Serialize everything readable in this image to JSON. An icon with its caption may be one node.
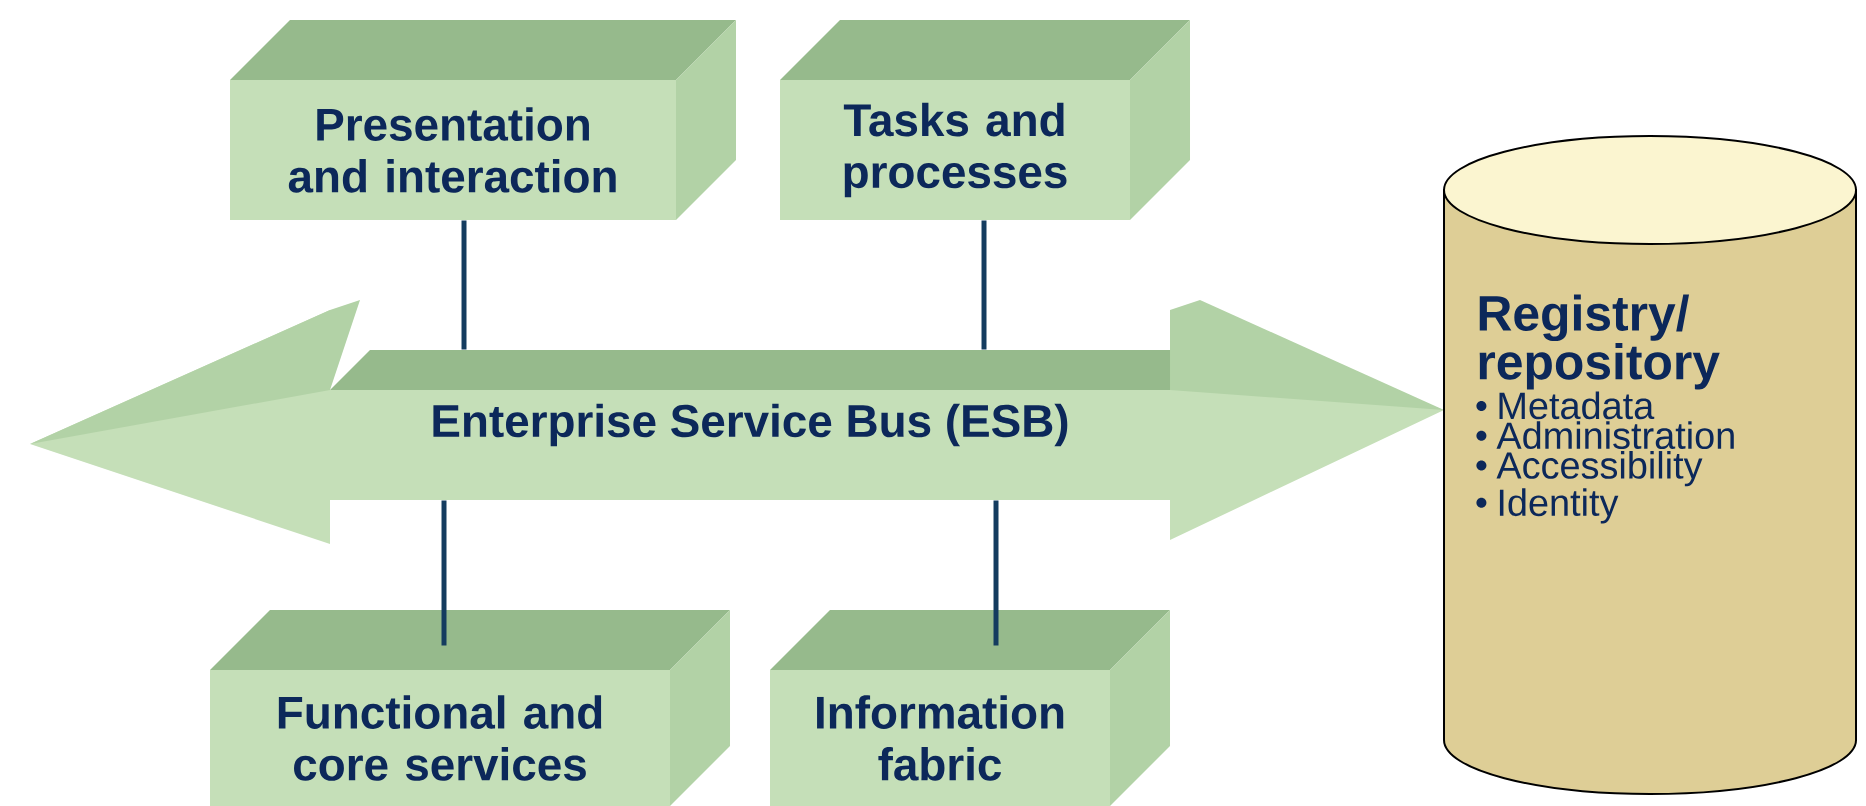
{
  "diagram": {
    "nodes": [
      {
        "text": [
          "Presentation and interaction"
        ]
      },
      {
        "text": [
          "Tasks and processes"
        ]
      },
      {
        "text": [
          "Enterprise Service Bus (ESB)"
        ]
      },
      {
        "text": [
          "Functional and core services"
        ]
      },
      {
        "text": [
          "Information fabric"
        ]
      },
      {
        "text": [
          "Registry/ repository",
          "Metadata",
          "Administration",
          "Accessibility",
          "Identity"
        ]
      }
    ],
    "edges": [
      {
        "from": 0,
        "to": 2,
        "arrow": "none"
      },
      {
        "from": 1,
        "to": 2,
        "arrow": "none"
      },
      {
        "from": 2,
        "to": 3,
        "arrow": "none"
      },
      {
        "from": 2,
        "to": 4,
        "arrow": "none"
      }
    ]
  }
}
